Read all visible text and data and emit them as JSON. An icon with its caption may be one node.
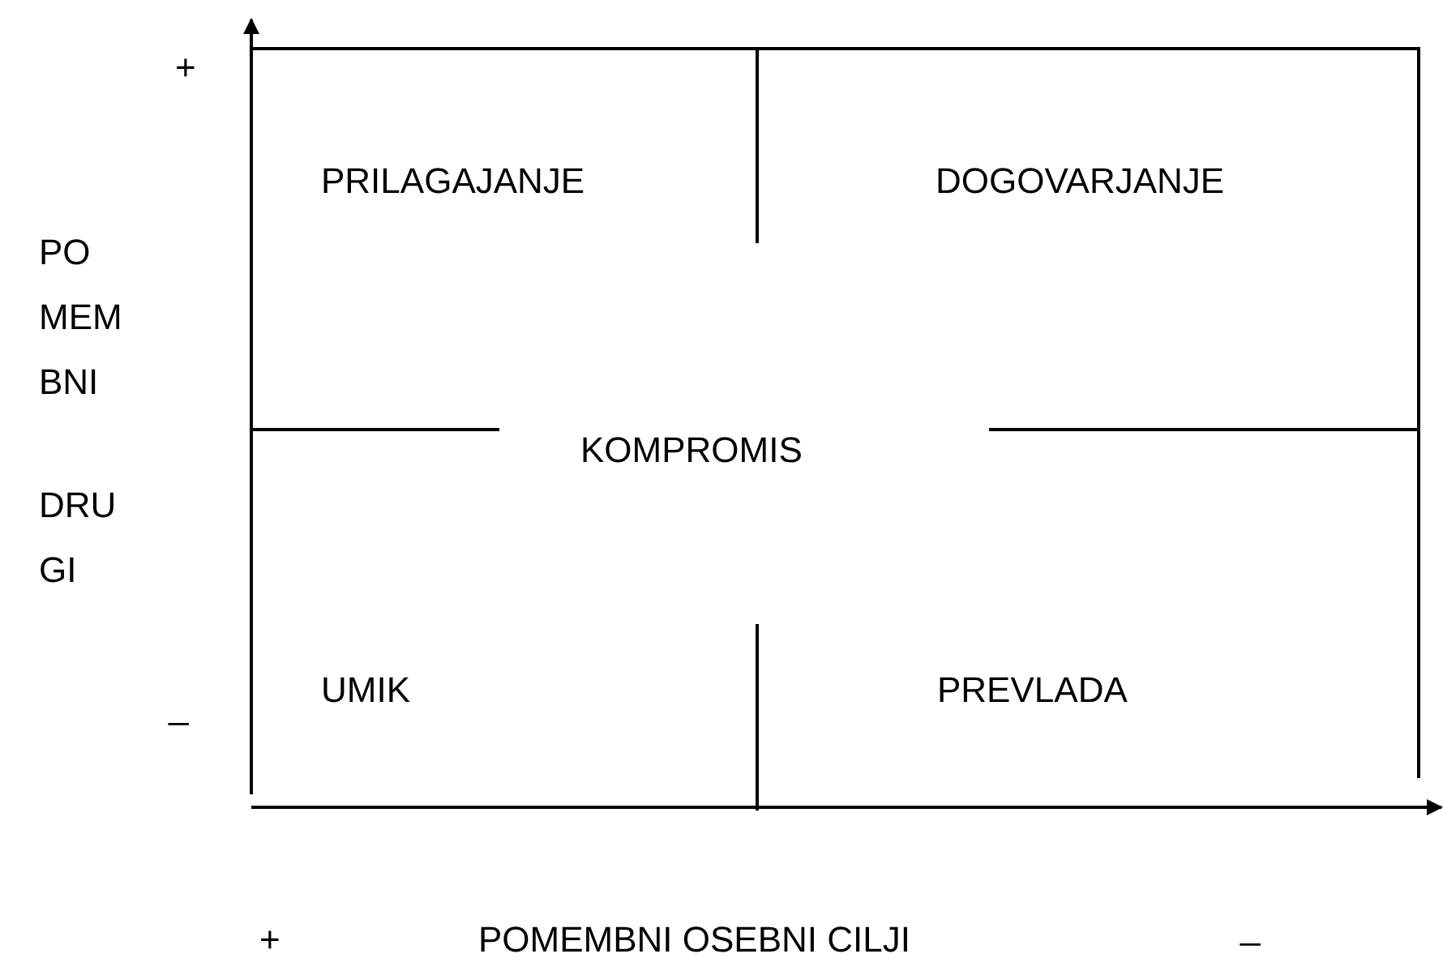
{
  "diagram": {
    "labels": [
      "+",
      "PRILAGAJANJE",
      "DOGOVARJANJE",
      "PO MEM BNI",
      "KOMPROMIS",
      "DRU GI",
      "_",
      "UMIK",
      "PREVLADA",
      "+",
      "POMEMBNI OSEBNI CILJI",
      "_"
    ]
  }
}
